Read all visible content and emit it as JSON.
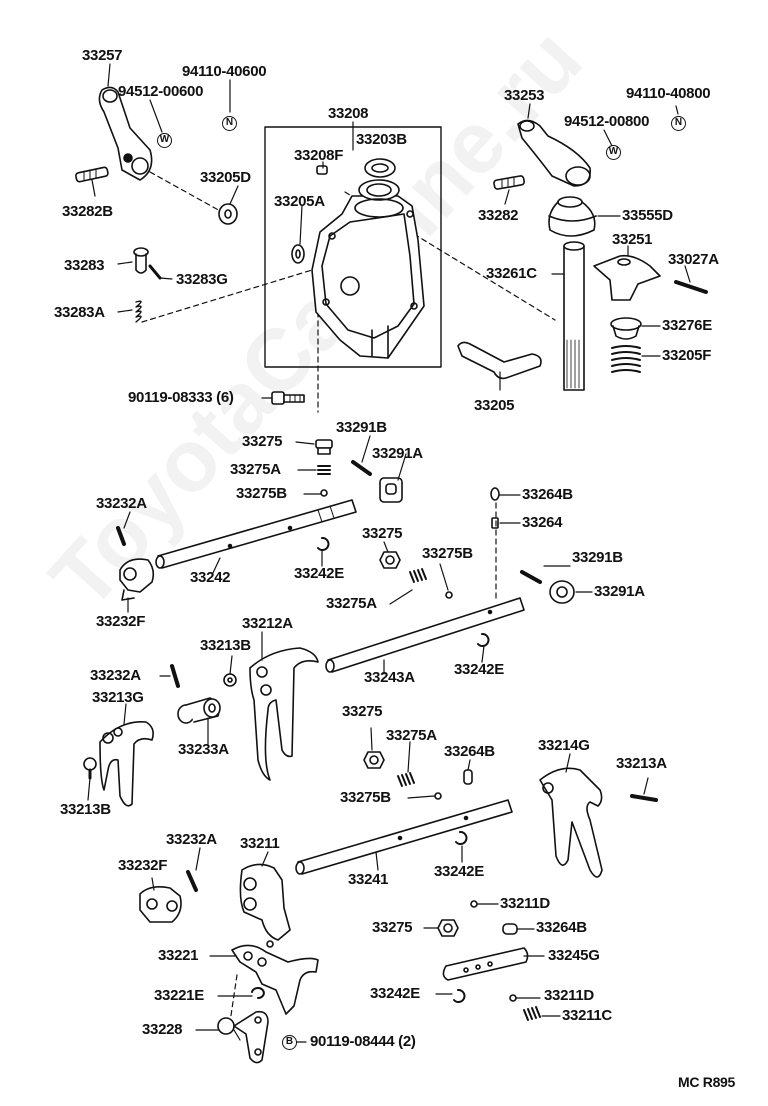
{
  "watermark": "ToyotaCarMine.ru",
  "figure_code": "MC R895",
  "symbols": {
    "n": "N",
    "w": "W",
    "b": "B"
  },
  "labels": {
    "p33257": "33257",
    "p94110_40600": "94110-40600",
    "p94512_00600": "94512-00600",
    "p33208": "33208",
    "p33203B": "33203B",
    "p33208F": "33208F",
    "p33205D": "33205D",
    "p33205A": "33205A",
    "p33282B": "33282B",
    "p33283": "33283",
    "p33283G": "33283G",
    "p33283A": "33283A",
    "p90119_08333": "90119-08333 (6)",
    "p33253": "33253",
    "p94110_40800": "94110-40800",
    "p94512_00800": "94512-00800",
    "p33282": "33282",
    "p33555D": "33555D",
    "p33251": "33251",
    "p33027A": "33027A",
    "p33261C": "33261C",
    "p33276E": "33276E",
    "p33205F": "33205F",
    "p33205": "33205",
    "p33275_a": "33275",
    "p33291B_a": "33291B",
    "p33275A_a": "33275A",
    "p33291A_a": "33291A",
    "p33275B_a": "33275B",
    "p33264B_a": "33264B",
    "p33232A_a": "33232A",
    "p33264": "33264",
    "p33275_b": "33275",
    "p33275B_b": "33275B",
    "p33291B_b": "33291B",
    "p33242": "33242",
    "p33242E_a": "33242E",
    "p33291A_b": "33291A",
    "p33232F_a": "33232F",
    "p33275A_b": "33275A",
    "p33212A": "33212A",
    "p33213B_a": "33213B",
    "p33232A_b": "33232A",
    "p33243A": "33243A",
    "p33242E_b": "33242E",
    "p33213G": "33213G",
    "p33233A": "33233A",
    "p33275_c": "33275",
    "p33275A_c": "33275A",
    "p33264B_b": "33264B",
    "p33214G": "33214G",
    "p33213A": "33213A",
    "p33213B_b": "33213B",
    "p33275B_c": "33275B",
    "p33232A_c": "33232A",
    "p33211": "33211",
    "p33232F_b": "33232F",
    "p33241": "33241",
    "p33242E_c": "33242E",
    "p33211D_a": "33211D",
    "p33275_d": "33275",
    "p33264B_c": "33264B",
    "p33221": "33221",
    "p33245G": "33245G",
    "p33221E": "33221E",
    "p33242E_d": "33242E",
    "p33211D_b": "33211D",
    "p33228": "33228",
    "p33211C": "33211C",
    "p90119_08444": "90119-08444 (2)"
  }
}
